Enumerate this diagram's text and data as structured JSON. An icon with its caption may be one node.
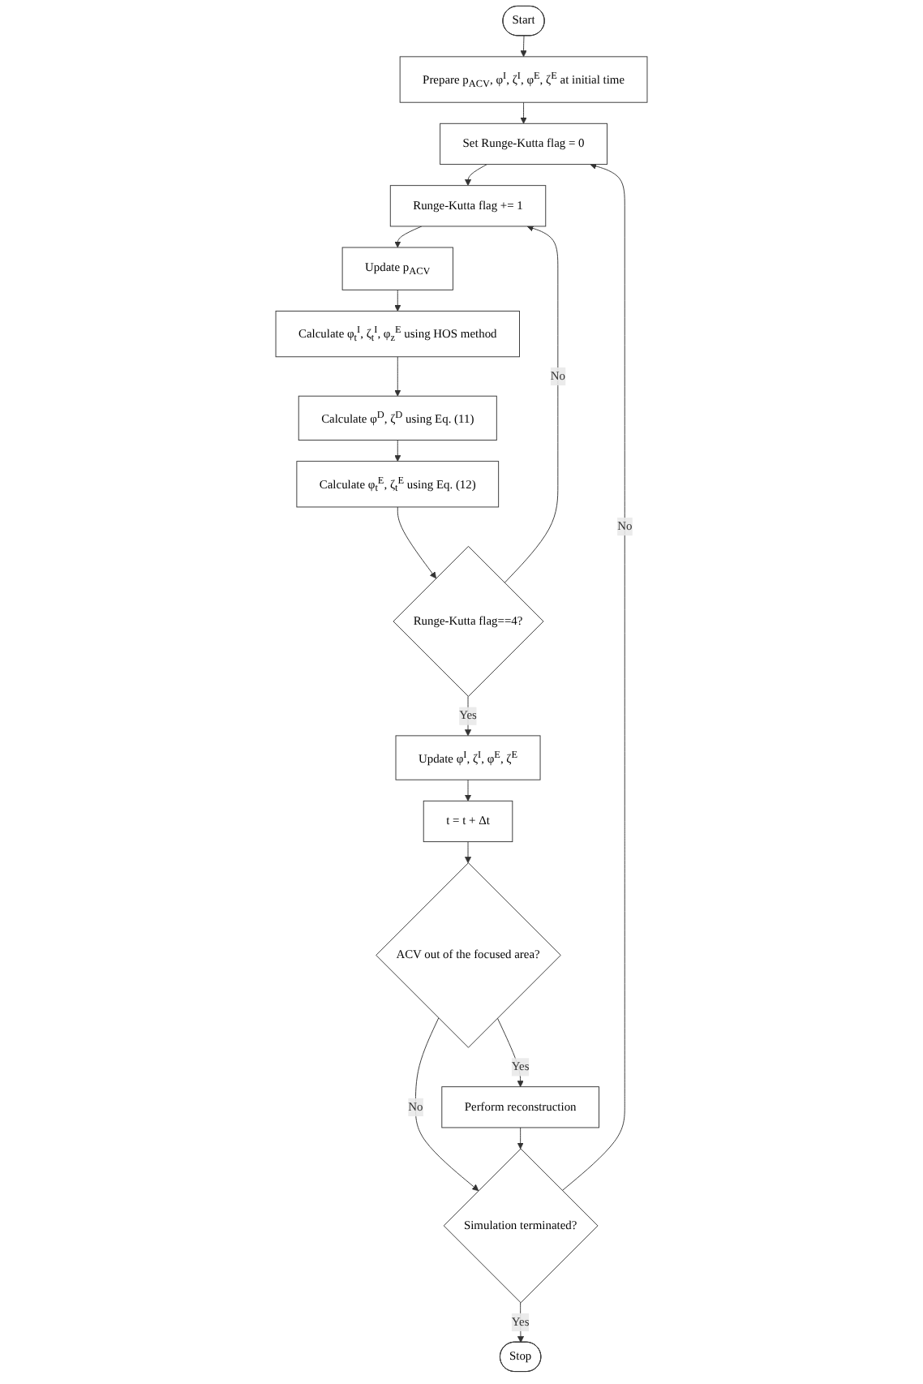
{
  "diagram": {
    "nodes": [
      {
        "text": [
          "Start"
        ]
      },
      {
        "text": [
          "Prepare p$_{ACV}$, φ$^{I}$, ζ$^{I}$, φ$^{E}$, ζ$^{E}$ at initial time"
        ]
      },
      {
        "text": [
          "Set Runge-Kutta flag = 0"
        ]
      },
      {
        "text": [
          "Runge-Kutta flag += 1"
        ]
      },
      {
        "text": [
          "Update p$_{ACV}$"
        ]
      },
      {
        "text": [
          "Calculate φ$_{t}$$^{I}$, ζ$_{t}$$^{I}$, φ$_{z}$$^{E}$ using HOS method"
        ]
      },
      {
        "text": [
          "Calculate φ$^{D}$, ζ$^{D}$ using Eq. (11)"
        ]
      },
      {
        "text": [
          "Calculate φ$_{t}$$^{E}$, ζ$_{t}$$^{E}$ using Eq. (12)"
        ]
      },
      {
        "text": [
          "Runge-Kutta flag==4?"
        ]
      },
      {
        "text": [
          "Update φ$^{I}$, ζ$^{I}$, φ$^{E}$, ζ$^{E}$"
        ]
      },
      {
        "text": [
          "t = t + Δt"
        ]
      },
      {
        "text": [
          "ACV out of the focused area?"
        ]
      },
      {
        "text": [
          "Perform reconstruction"
        ]
      },
      {
        "text": [
          "Simulation terminated?"
        ]
      },
      {
        "text": [
          "Stop"
        ]
      }
    ],
    "edges": [
      {
        "from": 0,
        "to": 1,
        "arrow": "to"
      },
      {
        "from": 1,
        "to": 2,
        "arrow": "to"
      },
      {
        "from": 2,
        "to": 3,
        "arrow": "to"
      },
      {
        "from": 3,
        "to": 4,
        "arrow": "to"
      },
      {
        "from": 4,
        "to": 5,
        "arrow": "to"
      },
      {
        "from": 5,
        "to": 6,
        "arrow": "to"
      },
      {
        "from": 6,
        "to": 7,
        "arrow": "to"
      },
      {
        "from": 7,
        "to": 8,
        "arrow": "to"
      },
      {
        "from": 8,
        "to": 3,
        "arrow": "to",
        "label": "No"
      },
      {
        "from": 8,
        "to": 9,
        "arrow": "to",
        "label": "Yes"
      },
      {
        "from": 9,
        "to": 10,
        "arrow": "to"
      },
      {
        "from": 10,
        "to": 11,
        "arrow": "to"
      },
      {
        "from": 11,
        "to": 12,
        "arrow": "to",
        "label": "Yes"
      },
      {
        "from": 11,
        "to": 13,
        "arrow": "to",
        "label": "No"
      },
      {
        "from": 12,
        "to": 13,
        "arrow": "to"
      },
      {
        "from": 13,
        "to": 2,
        "arrow": "to",
        "label": "No"
      },
      {
        "from": 13,
        "to": 14,
        "arrow": "to",
        "label": "Yes"
      }
    ]
  }
}
